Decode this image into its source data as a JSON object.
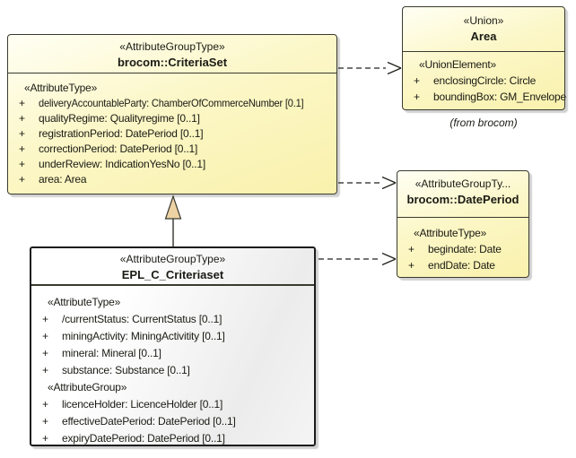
{
  "colors": {
    "canvas_bg": "#FFFFFF",
    "class_fill_light": "#FFFFF4",
    "class_fill": "#F9F1AC",
    "class_border": "#3A3A30",
    "epl_fill_light": "#FFFFFF",
    "epl_fill_dark": "#ECECEC",
    "epl_border": "#1C1C1C",
    "connector": "#22221C",
    "generalization_fill": "#EDD3A4",
    "shadow": "#D9D9D9"
  },
  "boxes": {
    "criteriaSet": {
      "stereotype": "«AttributeGroupType»",
      "name": "brocom::CriteriaSet",
      "rows": [
        {
          "text": "«AttributeType»"
        },
        {
          "vis": "+",
          "text": "deliveryAccountableParty: ChamberOfCommerceNumber [0.1]"
        },
        {
          "vis": "+",
          "text": "qualityRegime: Qualityregime [0..1]"
        },
        {
          "vis": "+",
          "text": "registrationPeriod: DatePeriod [0..1]"
        },
        {
          "vis": "+",
          "text": "correctionPeriod: DatePeriod [0..1]"
        },
        {
          "vis": "+",
          "text": "underReview: IndicationYesNo [0..1]"
        },
        {
          "vis": "+",
          "text": "area: Area"
        }
      ]
    },
    "area": {
      "stereotype": "«Union»",
      "name": "Area",
      "rows": [
        {
          "text": "«UnionElement»"
        },
        {
          "vis": "+",
          "text": "enclosingCircle: Circle"
        },
        {
          "vis": "+",
          "text": "boundingBox: GM_Envelope"
        }
      ],
      "caption": "(from brocom)"
    },
    "datePeriod": {
      "stereotype": "«AttributeGroupTy...",
      "name": "brocom::DatePeriod",
      "rows": [
        {
          "text": "«AttributeType»"
        },
        {
          "vis": "+",
          "text": "begindate: Date"
        },
        {
          "vis": "+",
          "text": "endDate: Date"
        }
      ]
    },
    "epl": {
      "stereotype": "«AttributeGroupType»",
      "name": "EPL_C_Criteriaset",
      "rows": [
        {
          "text": "«AttributeType»"
        },
        {
          "vis": "+",
          "text": "/currentStatus: CurrentStatus [0..1]"
        },
        {
          "vis": "+",
          "text": "miningActivity: MiningActivitity [0..1]"
        },
        {
          "vis": "+",
          "text": "mineral: Mineral [0..1]"
        },
        {
          "vis": "+",
          "text": "substance: Substance [0..1]"
        },
        {
          "text": "«AttributeGroup»"
        },
        {
          "vis": "+",
          "text": "licenceHolder: LicenceHolder [0..1]"
        },
        {
          "vis": "+",
          "text": "effectiveDatePeriod: DatePeriod [0..1]"
        },
        {
          "vis": "+",
          "text": "expiryDatePeriod: DatePeriod [0..1]"
        }
      ]
    }
  }
}
